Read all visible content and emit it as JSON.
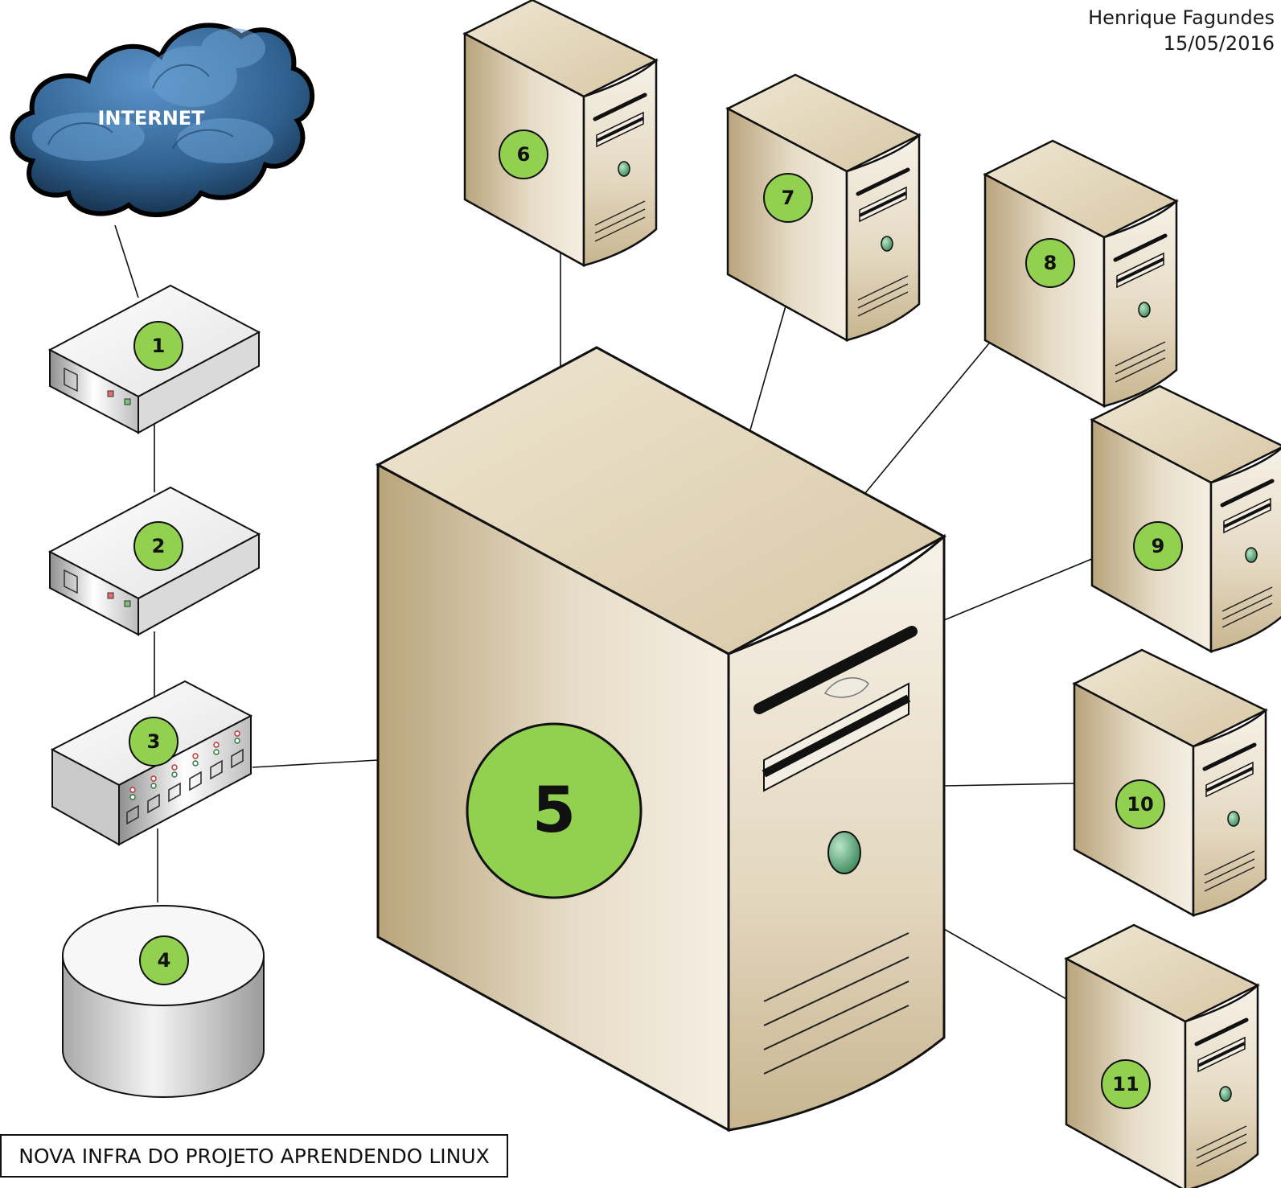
{
  "author": {
    "name": "Henrique Fagundes",
    "date": "15/05/2016"
  },
  "title": "NOVA INFRA DO PROJETO APRENDENDO LINUX",
  "cloud": {
    "label": "INTERNET"
  },
  "nodes": [
    {
      "id": "1",
      "label": "1",
      "type": "modem"
    },
    {
      "id": "2",
      "label": "2",
      "type": "modem"
    },
    {
      "id": "3",
      "label": "3",
      "type": "switch"
    },
    {
      "id": "4",
      "label": "4",
      "type": "storage"
    },
    {
      "id": "5",
      "label": "5",
      "type": "main-server"
    },
    {
      "id": "6",
      "label": "6",
      "type": "server"
    },
    {
      "id": "7",
      "label": "7",
      "type": "server"
    },
    {
      "id": "8",
      "label": "8",
      "type": "server"
    },
    {
      "id": "9",
      "label": "9",
      "type": "server"
    },
    {
      "id": "10",
      "label": "10",
      "type": "server"
    },
    {
      "id": "11",
      "label": "11",
      "type": "server"
    }
  ],
  "connections": [
    [
      "internet",
      "1"
    ],
    [
      "1",
      "2"
    ],
    [
      "2",
      "3"
    ],
    [
      "3",
      "4"
    ],
    [
      "3",
      "5"
    ],
    [
      "5",
      "6"
    ],
    [
      "5",
      "7"
    ],
    [
      "5",
      "8"
    ],
    [
      "5",
      "9"
    ],
    [
      "5",
      "10"
    ],
    [
      "5",
      "11"
    ]
  ],
  "colors": {
    "badge": "#92d050",
    "badge_border": "#111111",
    "cloud": "#3d6fa0",
    "server": "#d9ccb0"
  }
}
